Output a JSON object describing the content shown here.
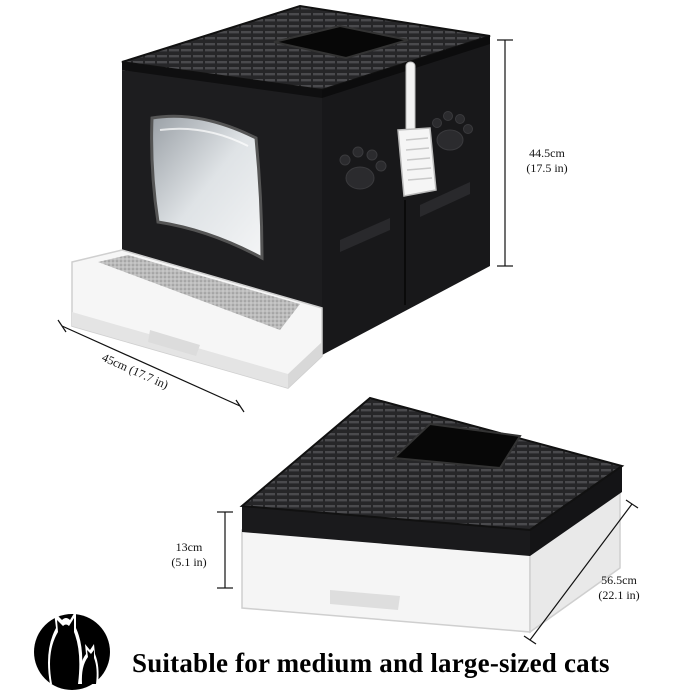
{
  "dimensions": {
    "height_closed": {
      "metric": "44.5cm",
      "imperial": "(17.5 in)"
    },
    "width": {
      "text": "45cm (17.7 in)"
    },
    "height_folded": {
      "metric": "13cm",
      "imperial": "(5.1 in)"
    },
    "length": {
      "metric": "56.5cm",
      "imperial": "(22.1 in)"
    }
  },
  "caption": "Suitable for medium and large-sized cats",
  "icons": {
    "logo": "cat-silhouette-icon",
    "scoop": "litter-scoop-icon"
  },
  "colors": {
    "body": "#1c1c1e",
    "tray": "#f4f4f4",
    "litter": "#b9b9b9",
    "text": "#000000"
  }
}
